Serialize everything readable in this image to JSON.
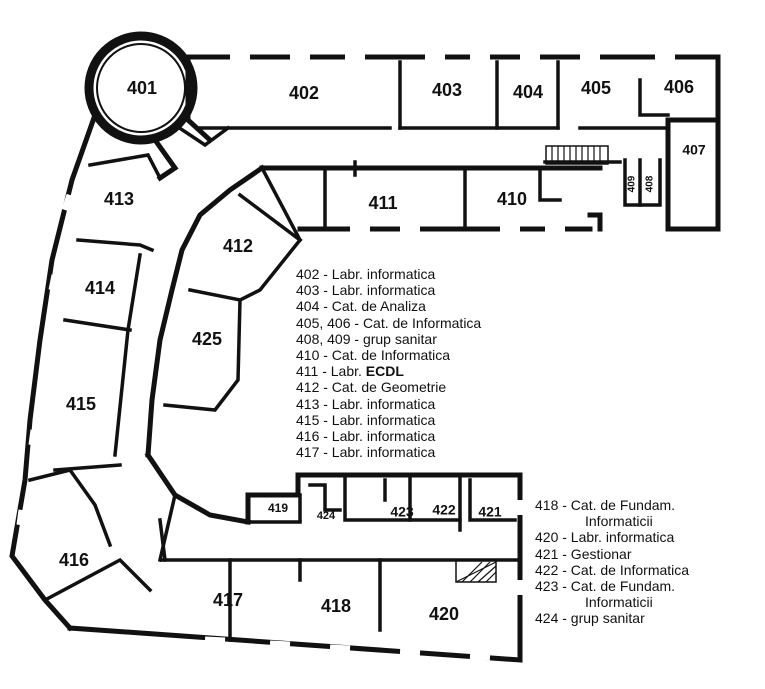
{
  "rooms": [
    {
      "id": "401",
      "label": "401"
    },
    {
      "id": "402",
      "label": "402"
    },
    {
      "id": "403",
      "label": "403"
    },
    {
      "id": "404",
      "label": "404"
    },
    {
      "id": "405",
      "label": "405"
    },
    {
      "id": "406",
      "label": "406"
    },
    {
      "id": "407",
      "label": "407"
    },
    {
      "id": "408",
      "label": "408"
    },
    {
      "id": "409",
      "label": "409"
    },
    {
      "id": "410",
      "label": "410"
    },
    {
      "id": "411",
      "label": "411"
    },
    {
      "id": "412",
      "label": "412"
    },
    {
      "id": "413",
      "label": "413"
    },
    {
      "id": "414",
      "label": "414"
    },
    {
      "id": "415",
      "label": "415"
    },
    {
      "id": "416",
      "label": "416"
    },
    {
      "id": "417",
      "label": "417"
    },
    {
      "id": "418",
      "label": "418"
    },
    {
      "id": "419",
      "label": "419"
    },
    {
      "id": "420",
      "label": "420"
    },
    {
      "id": "421",
      "label": "421"
    },
    {
      "id": "422",
      "label": "422"
    },
    {
      "id": "423",
      "label": "423"
    },
    {
      "id": "424",
      "label": "424"
    },
    {
      "id": "425",
      "label": "425"
    }
  ],
  "legend_main": [
    "402 - Labr. informatica",
    "403 - Labr. informatica",
    "404 - Cat. de Analiza",
    "405, 406 - Cat. de Informatica",
    "408, 409 - grup sanitar",
    "410 - Cat. de Informatica",
    "411 - Labr.",
    "412 - Cat. de Geometrie",
    "413 - Labr. informatica",
    "415 - Labr. informatica",
    "416 - Labr. informatica",
    "417 - Labr. informatica"
  ],
  "legend_main_bold": {
    "411": "ECDL"
  },
  "legend_side": [
    "418 - Cat. de Fundam.",
    "Informaticii",
    "420 - Labr. informatica",
    "421 - Gestionar",
    "422 - Cat. de Informatica",
    "423 - Cat. de Fundam.",
    "Informaticii",
    "424 - grup sanitar"
  ]
}
